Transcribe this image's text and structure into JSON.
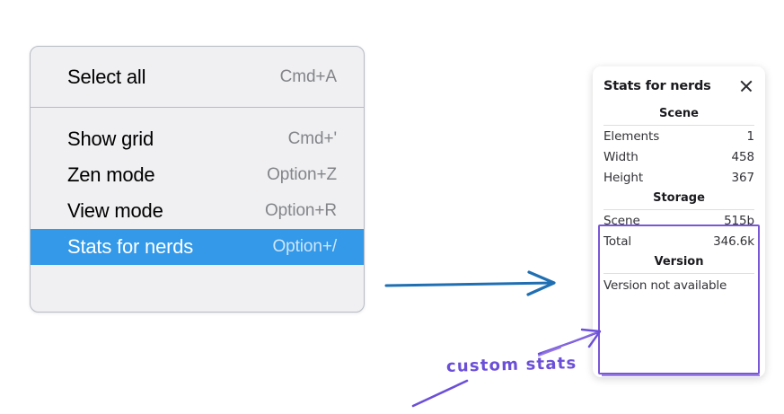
{
  "context_menu": {
    "sections": [
      {
        "items": [
          {
            "label": "Select all",
            "shortcut": "Cmd+A",
            "highlighted": false
          }
        ]
      },
      {
        "items": [
          {
            "label": "Show grid",
            "shortcut": "Cmd+'",
            "highlighted": false
          },
          {
            "label": "Zen mode",
            "shortcut": "Option+Z",
            "highlighted": false
          },
          {
            "label": "View mode",
            "shortcut": "Option+R",
            "highlighted": false
          },
          {
            "label": "Stats for nerds",
            "shortcut": "Option+/",
            "highlighted": true
          }
        ]
      }
    ],
    "highlight_color": "#3399e8",
    "background_color": "#f0f0f3"
  },
  "stats_panel": {
    "title": "Stats for nerds",
    "close_icon": "close-icon",
    "sections": [
      {
        "heading": "Scene",
        "rows": [
          {
            "key": "Elements",
            "value": "1"
          },
          {
            "key": "Width",
            "value": "458"
          },
          {
            "key": "Height",
            "value": "367"
          }
        ]
      },
      {
        "heading": "Storage",
        "rows": [
          {
            "key": "Scene",
            "value": "515b"
          },
          {
            "key": "Total",
            "value": "346.6k"
          }
        ]
      },
      {
        "heading": "Version",
        "note": "Version not available"
      }
    ]
  },
  "annotations": {
    "flow_arrow_color": "#1F6FB2",
    "callout_color": "#6B4FD8",
    "callout_text": "custom stats",
    "highlight_box_color": "#7A57D6"
  }
}
